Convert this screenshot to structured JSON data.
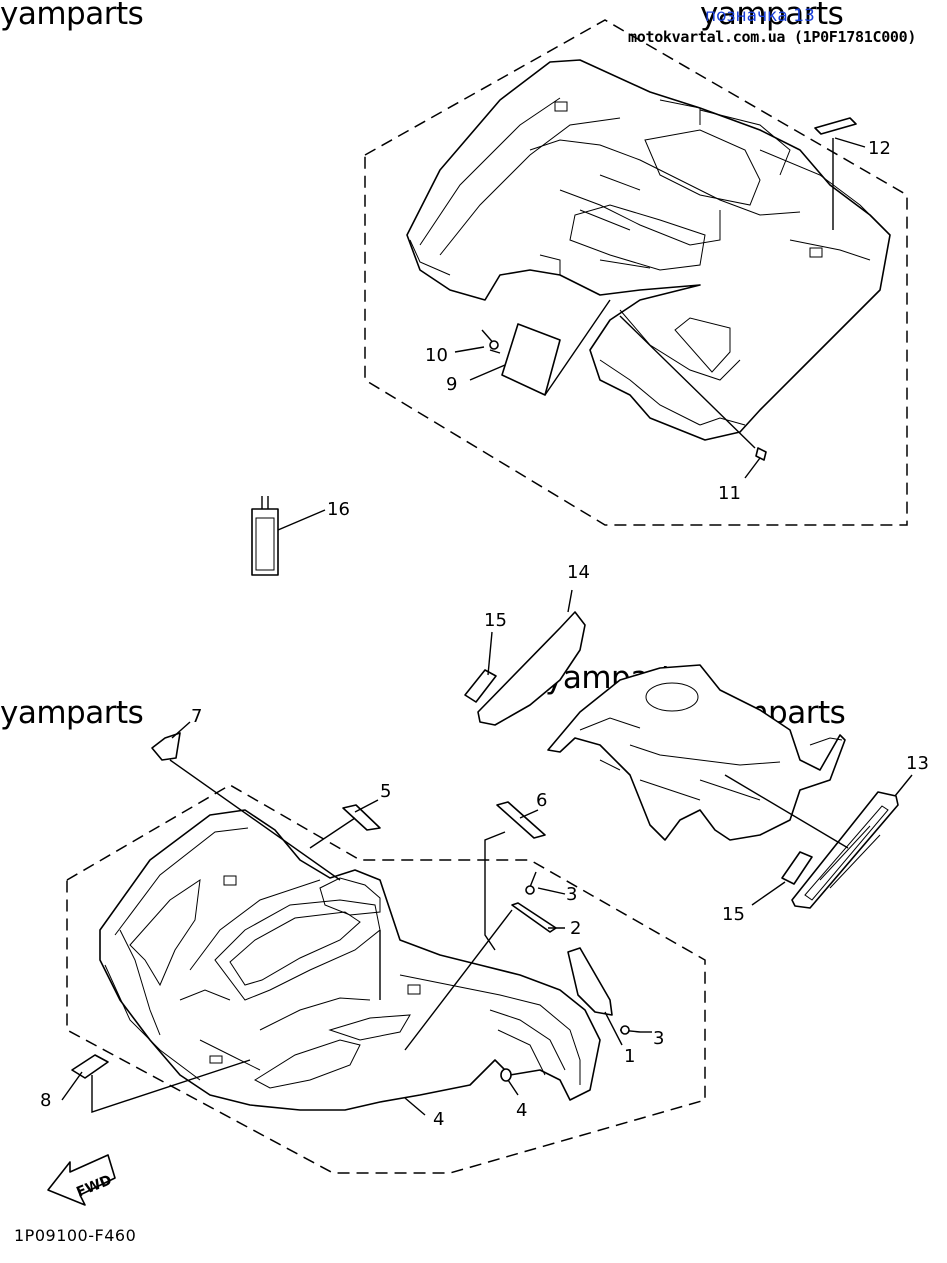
{
  "header": {
    "title": "позначка 13",
    "site": "motokvartal.com.ua (1P0F1781C000)"
  },
  "watermarks": [
    "yamparts",
    "yamparts",
    "yamparts",
    "yamparts",
    "yamparts"
  ],
  "diagram_code": "1P09100-F460",
  "fwd_label": "FWD",
  "callouts": {
    "n1": "1",
    "n2": "2",
    "n3a": "3",
    "n3b": "3",
    "n4a": "4",
    "n4b": "4",
    "n5": "5",
    "n6": "6",
    "n7": "7",
    "n8": "8",
    "n9": "9",
    "n10": "10",
    "n11": "11",
    "n12": "12",
    "n13": "13",
    "n14": "14",
    "n15a": "15",
    "n15b": "15",
    "n16": "16"
  },
  "colors": {
    "ink": "#000000",
    "header_title": "#1a3fd8",
    "background": "#ffffff"
  }
}
